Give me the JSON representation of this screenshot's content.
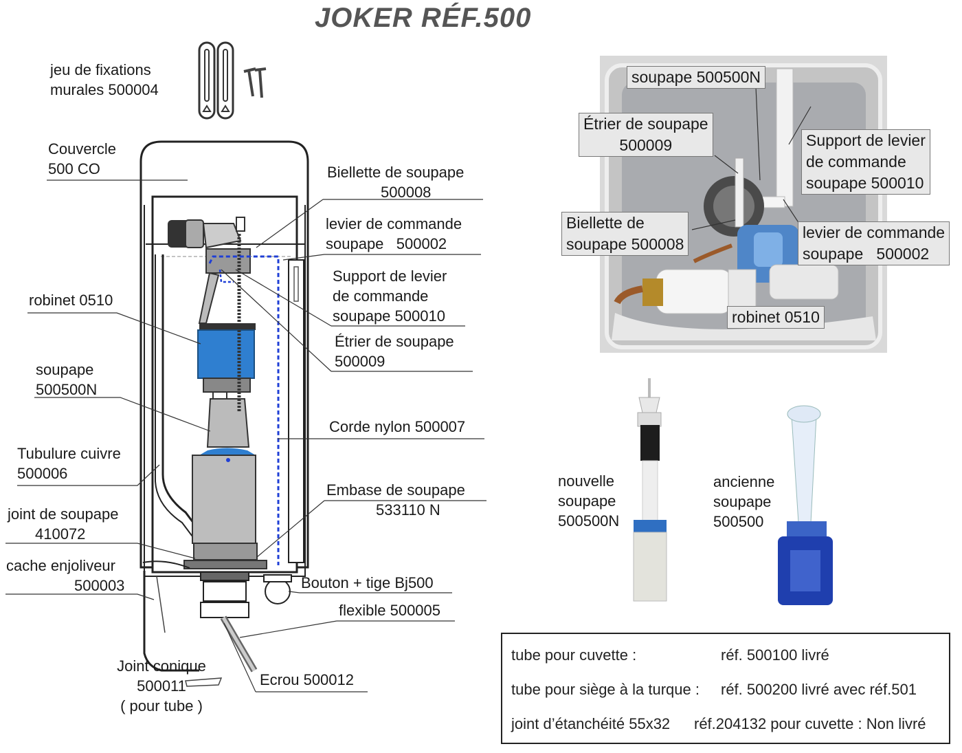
{
  "title": "JOKER  RÉF.500",
  "diagram_labels": {
    "fixations": [
      "jeu de fixations",
      "murales 500004"
    ],
    "couvercle": [
      "Couvercle",
      "500 CO"
    ],
    "robinet": "robinet 0510",
    "soupape": [
      "soupape",
      "500500N"
    ],
    "tubulure": [
      "Tubulure cuivre",
      "500006"
    ],
    "joint_soupape": [
      "joint de soupape",
      "410072"
    ],
    "cache": [
      "cache enjoliveur",
      "500003"
    ],
    "joint_conique": [
      "Joint conique",
      "500011",
      "( pour tube )"
    ],
    "biellette": [
      "Biellette de soupape",
      "500008"
    ],
    "levier": [
      "levier de commande",
      "soupape   500002"
    ],
    "support": [
      "Support de levier",
      "de commande",
      "soupape 500010"
    ],
    "etrier": [
      "Étrier de soupape",
      "500009"
    ],
    "corde": "Corde nylon 500007",
    "embase": [
      "Embase de soupape",
      "533110 N"
    ],
    "bouton": "Bouton + tige Bj500",
    "flexible": "flexible 500005",
    "ecrou": "Ecrou 500012"
  },
  "photo_labels": {
    "soupape": "soupape 500500N",
    "etrier": [
      "Étrier de soupape",
      "500009"
    ],
    "support": [
      "Support de levier",
      "de commande",
      "soupape 500010"
    ],
    "biellette": [
      "Biellette de",
      "soupape 500008"
    ],
    "levier": [
      "levier de commande",
      "soupape   500002"
    ],
    "robinet": "robinet 0510"
  },
  "valves": {
    "new": [
      "nouvelle",
      "soupape",
      "500500N"
    ],
    "old": [
      "ancienne",
      "soupape",
      "500500"
    ]
  },
  "info": [
    {
      "label": "tube pour cuvette :",
      "ref": "réf. 500100 livré"
    },
    {
      "label": "tube pour siège à la turque :",
      "ref": "réf. 500200 livré avec réf.501"
    },
    {
      "label": "joint d’étanchéité 55x32",
      "ref": "réf.204132 pour cuvette : Non livré"
    }
  ],
  "colors": {
    "blue": "#2f7fd0",
    "dashed": "#1f3fd6",
    "gray": "#b5b5b5"
  }
}
